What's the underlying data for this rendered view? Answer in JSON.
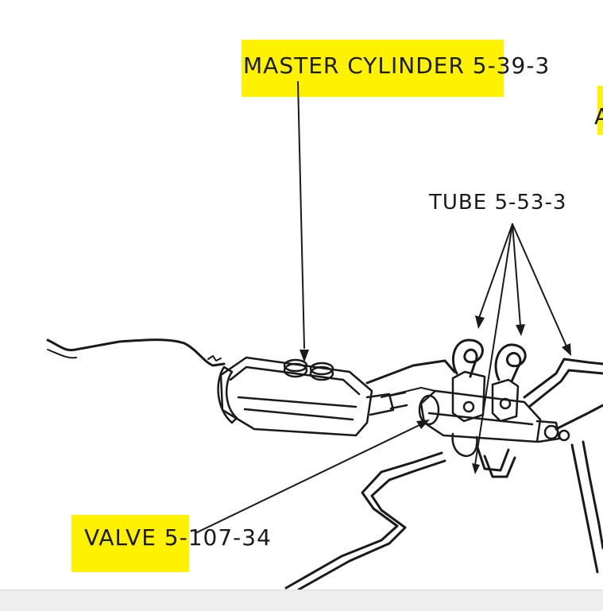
{
  "colors": {
    "highlight": "#fff200",
    "ink": "#1a1a1a",
    "bar": "#eeeeee"
  },
  "labels": {
    "master_cylinder_name": "MASTER CYLINDER 5",
    "master_cylinder_ref": "-39-3",
    "tube": "TUBE 5-53-3",
    "valve_name": "VALVE 5",
    "valve_ref": "-107-34",
    "cropped_edge_letter": "A"
  }
}
